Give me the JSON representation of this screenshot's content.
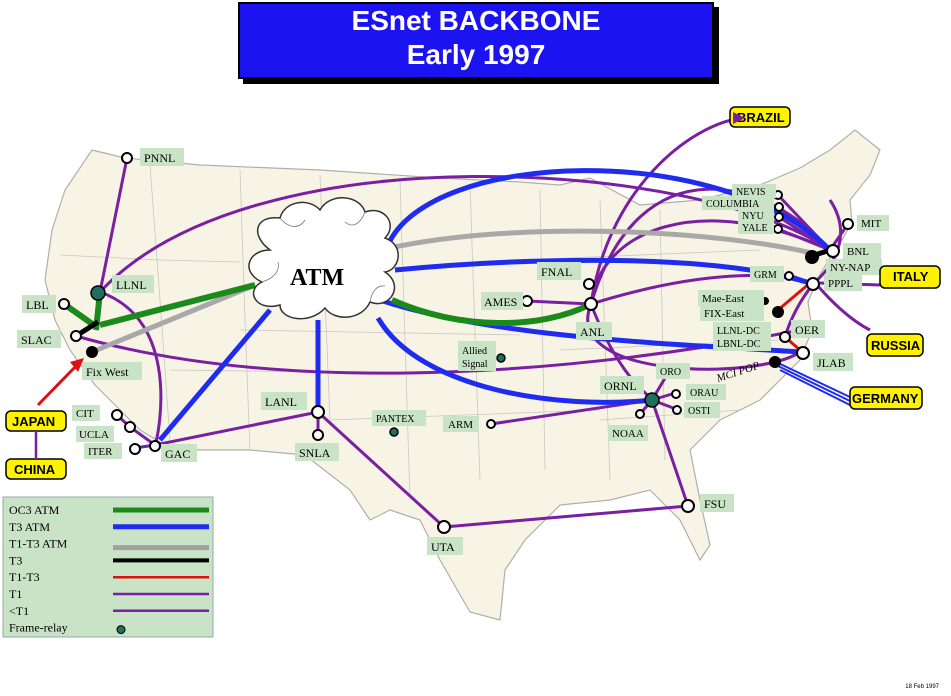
{
  "title": {
    "line1": "ESnet BACKBONE",
    "line2": "Early 1997"
  },
  "cloud_label": "ATM",
  "sites": {
    "pnnl": "PNNL",
    "llnl": "LLNL",
    "lbl": "LBL",
    "slac": "SLAC",
    "fix_west": "Fix West",
    "cit": "CIT",
    "ucla": "UCLA",
    "iter": "ITER",
    "gac": "GAC",
    "lanl": "LANL",
    "snla": "SNLA",
    "pantex": "PANTEX",
    "uta": "UTA",
    "arm": "ARM",
    "ames": "AMES",
    "fnal": "FNAL",
    "anl": "ANL",
    "allied_signal_1": "Allied",
    "allied_signal_2": "Signal",
    "ornl": "ORNL",
    "oro": "ORO",
    "orau": "ORAU",
    "osti": "OSTI",
    "noaa": "NOAA",
    "fsu": "FSU",
    "nevis": "NEVIS",
    "columbia": "COLUMBIA",
    "nyu": "NYU",
    "yale": "YALE",
    "mit": "MIT",
    "bnl": "BNL",
    "ny_nap": "NY-NAP",
    "grm": "GRM",
    "pppl": "PPPL",
    "mae_east": "Mae-East",
    "fix_east": "FIX-East",
    "llnl_dc": "LLNL-DC",
    "lbnl_dc": "LBNL-DC",
    "oer": "OER",
    "jlab": "JLAB",
    "mci_pop": "MCI POP"
  },
  "external": {
    "brazil": "BRAZIL",
    "italy": "ITALY",
    "russia": "RUSSIA",
    "germany": "GERMANY",
    "japan": "JAPAN",
    "china": "CHINA"
  },
  "legend": [
    {
      "label": "OC3   ATM",
      "color": "#1a8a1a",
      "kind": "line"
    },
    {
      "label": "T3      ATM",
      "color": "#1f2cf0",
      "kind": "line"
    },
    {
      "label": "T1-T3 ATM",
      "color": "#a0a0a0",
      "kind": "line"
    },
    {
      "label": "T3",
      "color": "#000000",
      "kind": "line"
    },
    {
      "label": "T1-T3",
      "color": "#e01010",
      "kind": "line"
    },
    {
      "label": "T1",
      "color": "#7b1fa2",
      "kind": "line"
    },
    {
      "label": "<T1",
      "color": "#7b1fa2",
      "kind": "line"
    },
    {
      "label": "Frame-relay",
      "color": "#1f6f60",
      "kind": "dot"
    }
  ],
  "footnote": "18 Feb 1997"
}
